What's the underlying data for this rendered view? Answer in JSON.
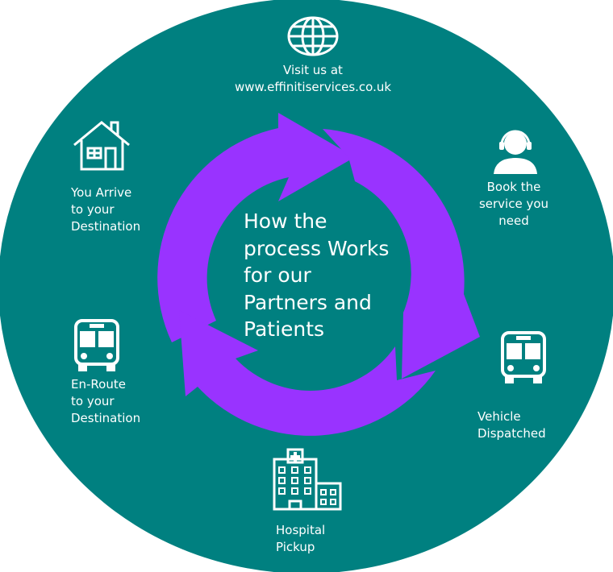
{
  "colors": {
    "background": "#008080",
    "arrows": "#9933ff",
    "text": "#ffffff"
  },
  "title": {
    "lines": [
      "How the",
      "process Works",
      "for our",
      "Partners and",
      "Patients"
    ]
  },
  "steps": [
    {
      "icon": "globe-icon",
      "lines": [
        "Visit us at",
        "www.effinitiservices.co.uk"
      ]
    },
    {
      "icon": "headset-user-icon",
      "lines": [
        "Book the",
        "service you",
        "need"
      ]
    },
    {
      "icon": "bus-icon",
      "lines": [
        "Vehicle",
        "Dispatched"
      ]
    },
    {
      "icon": "hospital-icon",
      "lines": [
        "Hospital",
        "Pickup"
      ]
    },
    {
      "icon": "bus-icon",
      "lines": [
        "En-Route",
        "to your",
        "Destination"
      ]
    },
    {
      "icon": "house-icon",
      "lines": [
        "You Arrive",
        "to your",
        "Destination"
      ]
    }
  ]
}
